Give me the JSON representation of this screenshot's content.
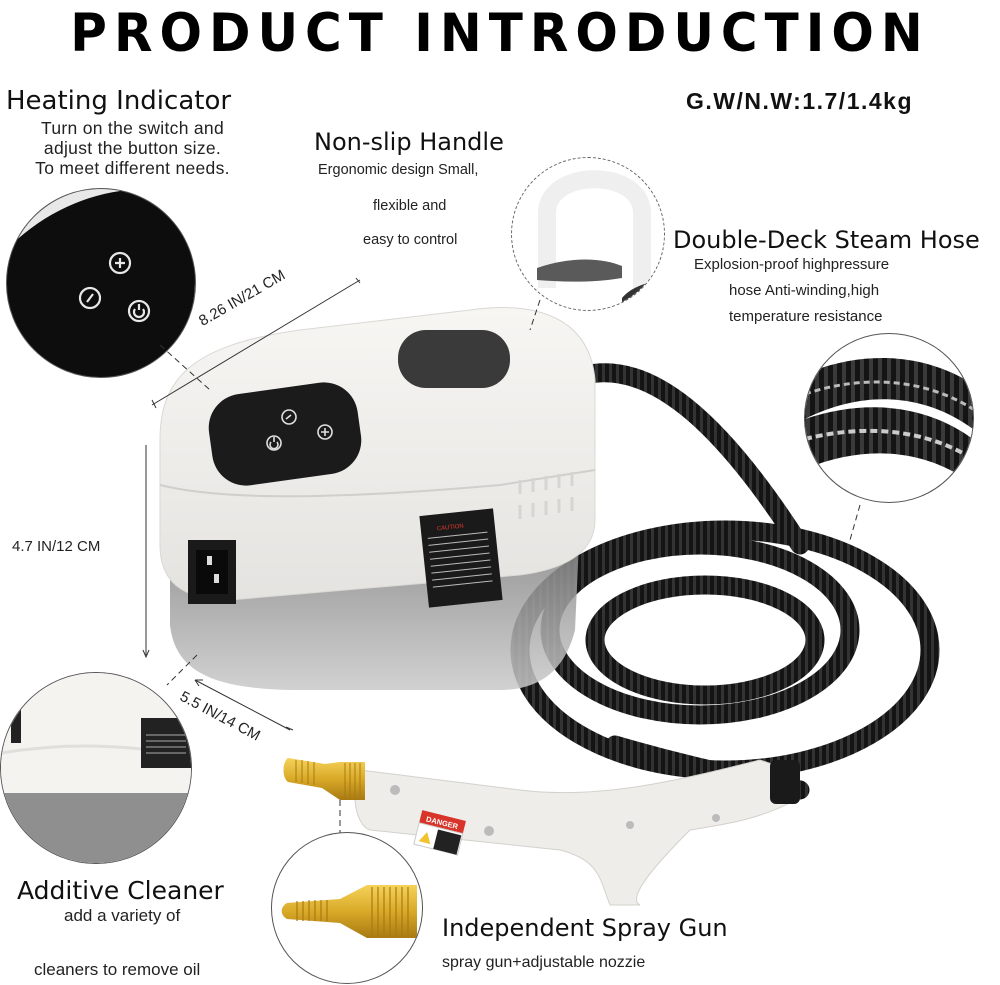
{
  "header": {
    "title": "PRODUCT INTRODUCTION",
    "weight": "G.W/N.W:1.7/1.4kg"
  },
  "features": {
    "heating_indicator": {
      "title": "Heating Indicator",
      "lines": [
        "Turn on the switch and",
        "adjust the button size.",
        "To meet different needs."
      ]
    },
    "non_slip_handle": {
      "title": "Non-slip Handle",
      "lines": [
        "Ergonomic design Small,",
        "flexible and",
        "easy to control"
      ]
    },
    "steam_hose": {
      "title": "Double-Deck Steam Hose",
      "lines": [
        "Explosion-proof highpressure",
        "hose Anti-winding,high",
        "temperature resistance"
      ]
    },
    "additive_cleaner": {
      "title": "Additive Cleaner",
      "lines": [
        "add a variety of",
        "cleaners to remove oil"
      ]
    },
    "spray_gun": {
      "title": "Independent Spray Gun",
      "lines": [
        "spray gun+adjustable nozzie"
      ]
    }
  },
  "dimensions": {
    "length": "8.26 IN/21 CM",
    "height": "4.7 IN/12 CM",
    "width": "5.5 IN/14 CM"
  },
  "labels": {
    "caution": "CAUTION",
    "danger": "DANGER"
  },
  "control_icons": [
    "plus-icon",
    "minus-icon",
    "power-icon"
  ],
  "colors": {
    "body_white": "#f2f1ee",
    "panel_black": "#1a1a1a",
    "hose_black": "#151515",
    "brass": "#d9a928",
    "danger_red": "#d8342a"
  }
}
